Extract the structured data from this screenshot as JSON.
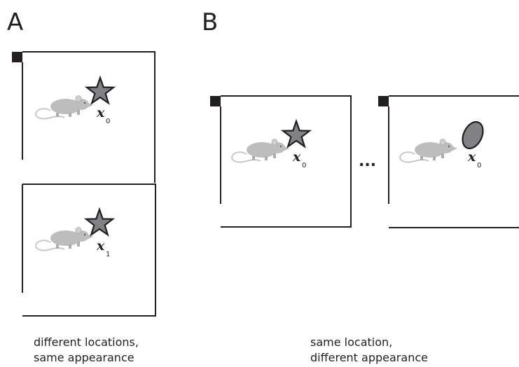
{
  "colors": {
    "ink": "#231f20",
    "mouse_body": "#bdbdbd",
    "object_fill": "#808285"
  },
  "icons": {
    "animal": "mouse-icon",
    "object_a": "star-icon",
    "object_b": "ellipse-icon",
    "marker": "corner-square-icon"
  },
  "panel_a": {
    "letter": "A",
    "top_frame": {
      "variable": "x",
      "subscript": "0",
      "object": "star"
    },
    "bottom_frame": {
      "variable": "x",
      "subscript": "1",
      "object": "star"
    },
    "caption_line1": "different locations,",
    "caption_line2": "same appearance"
  },
  "panel_b": {
    "letter": "B",
    "left_frame": {
      "variable": "x",
      "subscript": "0",
      "object": "star"
    },
    "right_frame": {
      "variable": "x",
      "subscript": "0",
      "object": "ellipse"
    },
    "ellipsis": "...",
    "caption_line1": "same location,",
    "caption_line2": "different appearance"
  }
}
